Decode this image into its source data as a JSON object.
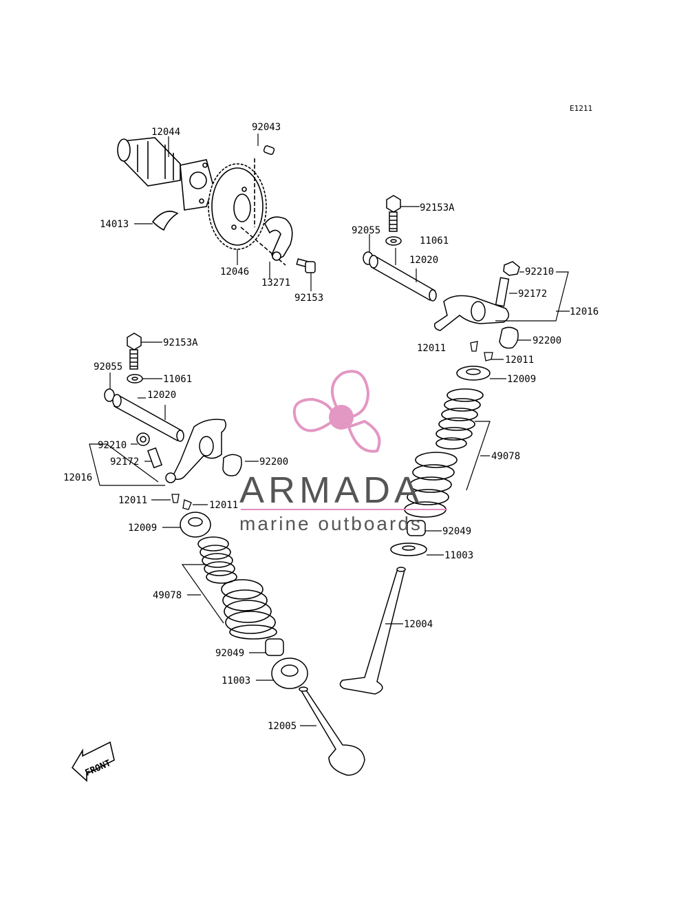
{
  "diagram_code": "E1211",
  "watermark": {
    "name": "ARMADA",
    "tagline": "marine outboards",
    "logo_icon": "propeller-icon",
    "logo_color": "#e08cbd"
  },
  "front_marker": "FRONT",
  "part_labels": [
    "12044",
    "92043",
    "14013",
    "12046",
    "13271",
    "92153",
    "92153A",
    "92055",
    "11061",
    "12020",
    "92210",
    "92172",
    "12016",
    "92200",
    "12011",
    "12011",
    "12009",
    "49078",
    "92049",
    "11003",
    "12004",
    "92153A",
    "92055",
    "11061",
    "12020",
    "92210",
    "92172",
    "12016",
    "92200",
    "12011",
    "12011",
    "12009",
    "49078",
    "92049",
    "11003",
    "12005"
  ]
}
